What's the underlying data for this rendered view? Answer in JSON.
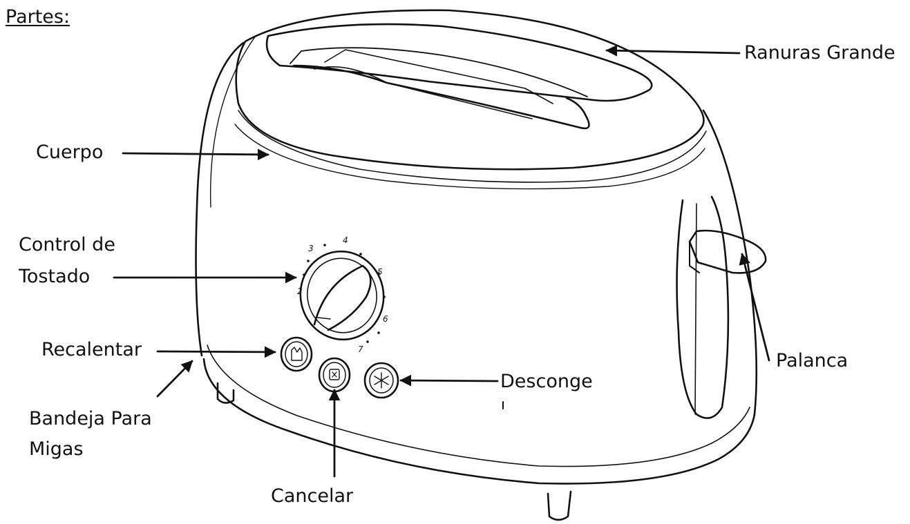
{
  "title": "Partes:",
  "labels": {
    "ranuras": "Ranuras Grande",
    "cuerpo": "Cuerpo",
    "control_line1": "Control de",
    "control_line2": "Tostado",
    "recalentar": "Recalentar",
    "bandeja_line1": "Bandeja Para",
    "bandeja_line2": "Migas",
    "cancelar": "Cancelar",
    "descongelar": "Desconge",
    "palanca": "Palanca"
  },
  "dial_numbers": [
    "2",
    "3",
    "4",
    "5",
    "6",
    "7"
  ]
}
